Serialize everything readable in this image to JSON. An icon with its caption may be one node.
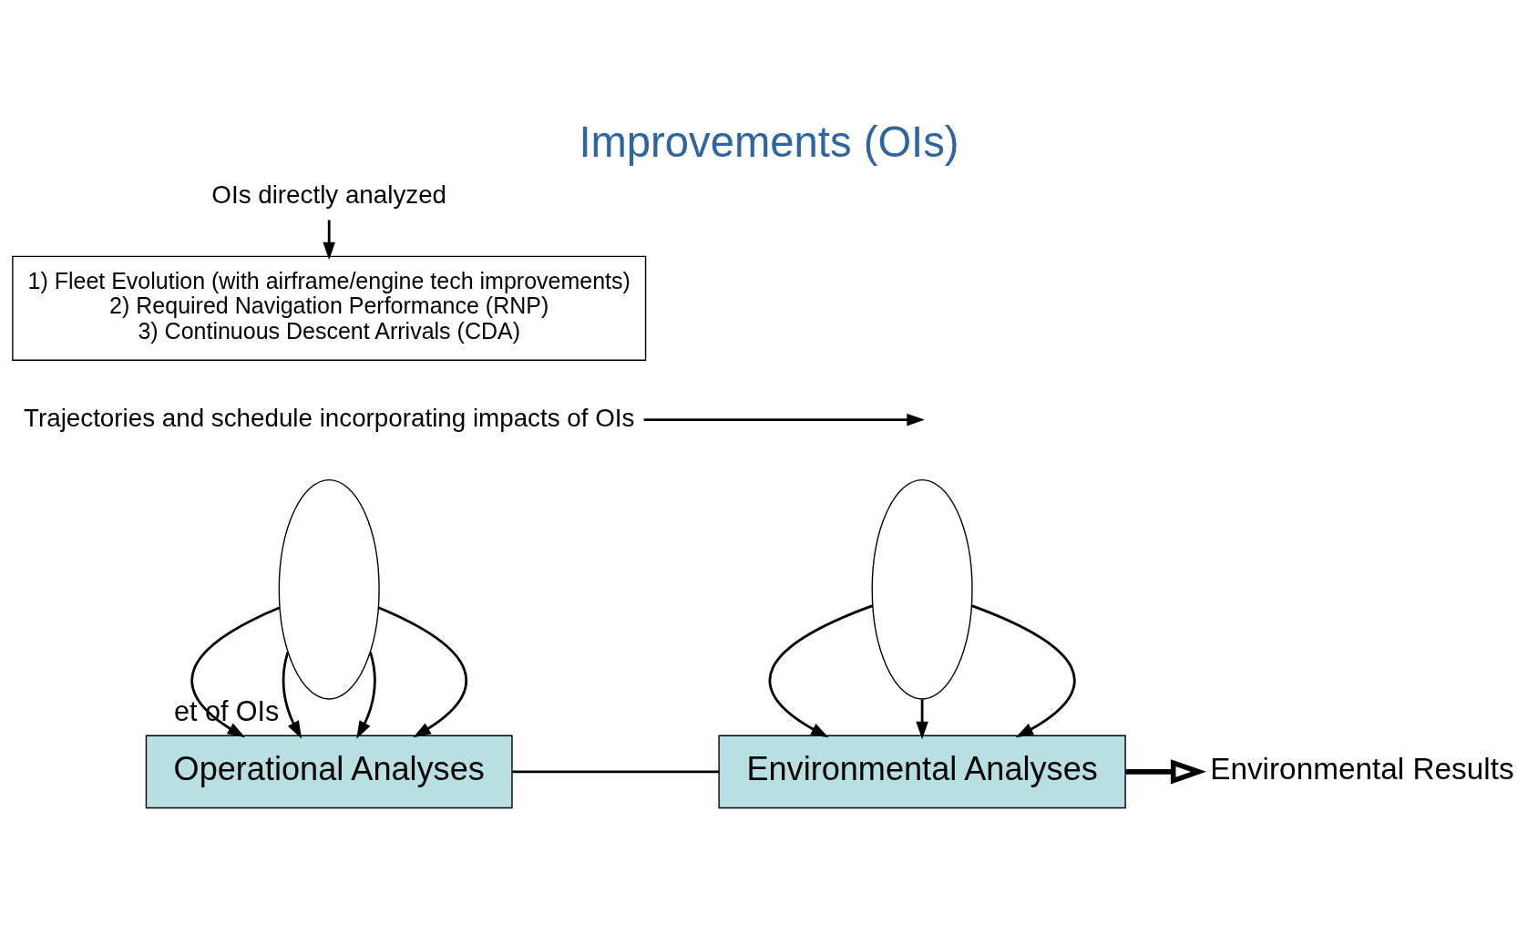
{
  "diagram": {
    "title": "Improvements (OIs)",
    "nodes": [
      {
        "text": [],
        "shape": "ellipse",
        "beside": [
          "et of OIs"
        ]
      },
      {
        "text": [
          "Operational Analyses"
        ]
      },
      {
        "text": [
          "Trajectories and schedule incorporating impacts of OIs"
        ]
      },
      {
        "text": [
          "Environmental Analyses"
        ]
      },
      {
        "text": [],
        "shape": "ellipse"
      },
      {
        "text": [
          "1) Fleet Evolution (with airframe/engine tech improvements)",
          "2) Required Navigation Performance (RNP)",
          "3) Continuous Descent Arrivals (CDA)"
        ]
      },
      {
        "text": [
          "OIs directly analyzed"
        ]
      },
      {
        "text": [
          "Environmental Results"
        ]
      }
    ],
    "edges": [
      {
        "from": 0,
        "to": 1,
        "arrow": "to"
      },
      {
        "from": 0,
        "to": 1,
        "arrow": "to"
      },
      {
        "from": 0,
        "to": 1,
        "arrow": "to"
      },
      {
        "from": 0,
        "to": 1,
        "arrow": "to"
      },
      {
        "from": 1,
        "to": 3,
        "arrow": "none"
      },
      {
        "from": 2,
        "to": null,
        "arrow": "to"
      },
      {
        "from": 4,
        "to": 3,
        "arrow": "to"
      },
      {
        "from": 4,
        "to": 3,
        "arrow": "to"
      },
      {
        "from": 4,
        "to": 3,
        "arrow": "to"
      },
      {
        "from": 6,
        "to": 5,
        "arrow": "to"
      },
      {
        "from": 3,
        "to": 7,
        "arrow": "to",
        "style": "thick"
      }
    ]
  }
}
